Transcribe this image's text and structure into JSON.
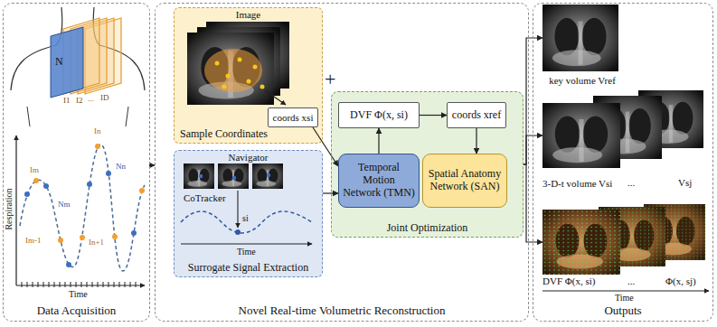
{
  "diagram": {
    "nodes": [
      {
        "text": [
          "Data Acquisition"
        ]
      },
      {
        "text": [
          "Novel Real-time Volumetric Reconstruction"
        ]
      },
      {
        "text": [
          "Image",
          "Sample Coordinates"
        ],
        "in": 1
      },
      {
        "text": [
          "coords xsi"
        ],
        "in": 2
      },
      {
        "text": [
          "Navigator",
          "CoTracker",
          "Surrogate Signal Extraction"
        ],
        "in": 1
      },
      {
        "text": [
          "Joint Optimization"
        ],
        "in": 1
      },
      {
        "text": [
          "DVF Φ(x, si)"
        ],
        "in": 5
      },
      {
        "text": [
          "coords xref"
        ],
        "in": 5
      },
      {
        "text": [
          "Temporal Motion Network (TMN)"
        ],
        "in": 5
      },
      {
        "text": [
          "Spatial Anatomy Network (SAN)"
        ],
        "in": 5
      },
      {
        "text": [
          "Outputs"
        ]
      },
      {
        "text": [
          "key volume Vref"
        ],
        "in": 10
      },
      {
        "text": [
          "3-D-t volume Vsi"
        ],
        "in": 10
      },
      {
        "text": [
          "DVF Φ(x, si)"
        ],
        "in": 10
      }
    ],
    "edges": [
      {
        "from": 0,
        "to": 1,
        "arrow": "to"
      },
      {
        "from": 3,
        "to": 8,
        "arrow": "to"
      },
      {
        "from": 4,
        "to": 8,
        "arrow": "to"
      },
      {
        "from": 8,
        "to": 6,
        "arrow": "to"
      },
      {
        "from": 6,
        "to": 7,
        "arrow": "to"
      },
      {
        "from": 7,
        "to": 9,
        "arrow": "to"
      },
      {
        "from": 5,
        "to": 11,
        "arrow": "to"
      },
      {
        "from": 5,
        "to": 12,
        "arrow": "to"
      },
      {
        "from": 5,
        "to": 13,
        "arrow": "to"
      }
    ],
    "labels": [
      "+",
      "N",
      "I1",
      "I2",
      "...",
      "ID",
      "Im",
      "Nm",
      "Im-1",
      "In",
      "Nn",
      "In+1",
      "Respiration",
      "Time",
      "si",
      "Time",
      "...",
      "Vsj",
      "...",
      "Φ(x, sj)",
      "Time"
    ]
  }
}
